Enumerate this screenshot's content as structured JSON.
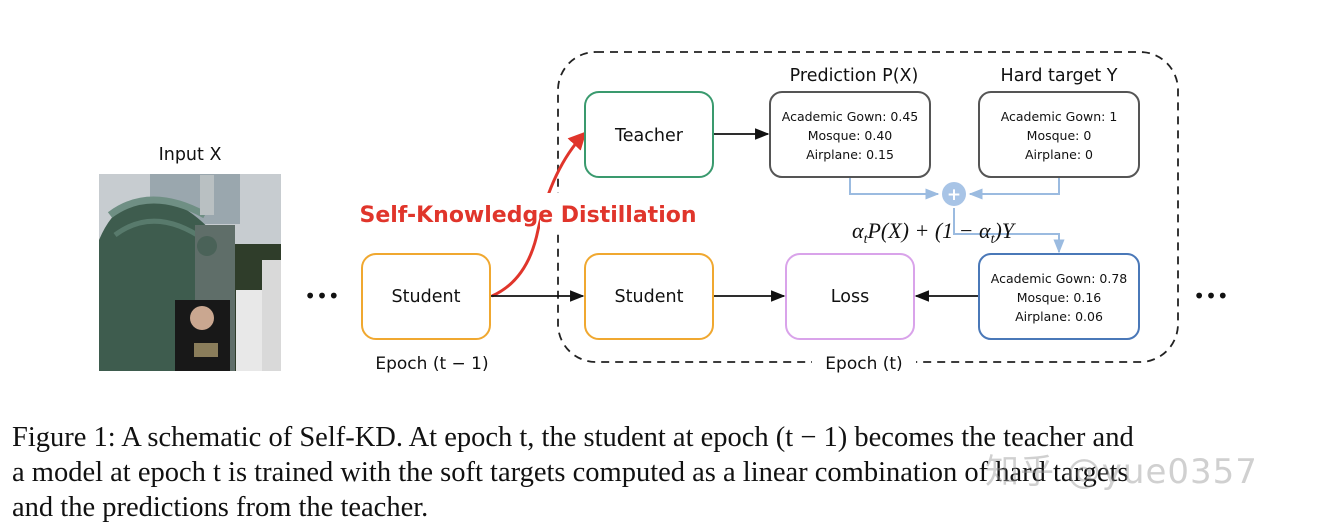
{
  "input": {
    "label": "Input X"
  },
  "ellipsis": "•••",
  "self_kd_label": "Self-Knowledge Distillation",
  "nodes": {
    "student_prev": "Student",
    "teacher": "Teacher",
    "student": "Student",
    "loss": "Loss"
  },
  "epochs": {
    "prev": "Epoch (t − 1)",
    "current": "Epoch (t)"
  },
  "prediction": {
    "header": "Prediction P(X)",
    "lines": [
      "Academic Gown: 0.45",
      "Mosque: 0.40",
      "Airplane: 0.15"
    ]
  },
  "hard_target": {
    "header": "Hard target Y",
    "lines": [
      "Academic Gown: 1",
      "Mosque: 0",
      "Airplane: 0"
    ]
  },
  "soft_target": {
    "lines": [
      "Academic Gown: 0.78",
      "Mosque: 0.16",
      "Airplane: 0.06"
    ]
  },
  "formula": "αtP(X) + (1 − αt)Y",
  "plus_symbol": "+",
  "caption": [
    "Figure 1: A schematic of Self-KD. At epoch t, the student at epoch (t − 1) becomes the teacher and",
    "a model at epoch t is trained with the soft targets computed as a linear combination of hard targets",
    "and the predictions from the teacher."
  ],
  "watermark": "知乎 @yue0357",
  "colors": {
    "teacher": "#3a9a6e",
    "student": "#f0a830",
    "loss": "#d9a3ea",
    "soft_target": "#4a78b8",
    "grey_box": "#555555",
    "self_kd": "#e0352b",
    "merge_line": "#9bbbe0",
    "plus_node": "#a8c4e6"
  }
}
